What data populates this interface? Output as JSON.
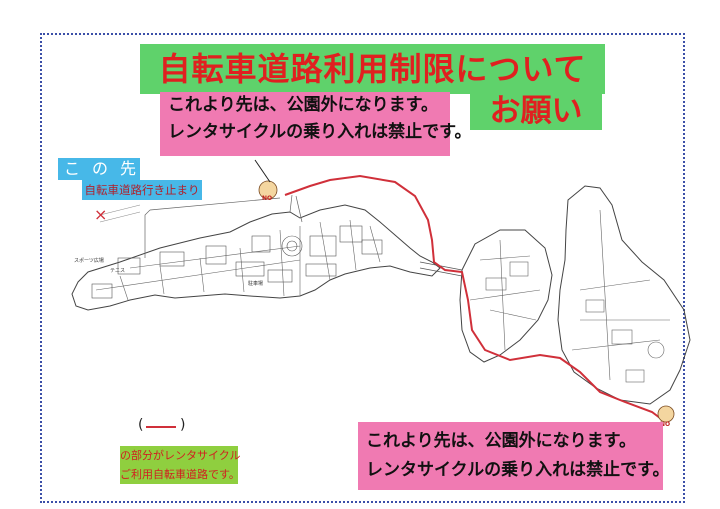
{
  "title_line1": "自転車道路利用制限について",
  "title_line2": "お願い",
  "notice_top": {
    "line1": "これより先は、公園外になります。",
    "line2": "レンタサイクルの乗り入れは禁止です。"
  },
  "notice_bottom": {
    "line1": "これより先は、公園外になります。",
    "line2": "レンタサイクルの乗り入れは禁止です。"
  },
  "dead_end": {
    "label": "この先",
    "text": "自転車道路行き止まり",
    "mark": "×"
  },
  "no_sign": "NO",
  "legend": {
    "line1": "の部分がレンタサイクル",
    "line2": "ご利用自転車道路です。",
    "paren_open": "(",
    "paren_close": ")"
  },
  "colors": {
    "title_bg": "#5fd26b",
    "title_text": "#e02020",
    "notice_bg": "#f07ab2",
    "dead_end_bg": "#47b8e8",
    "legend_bg": "#8fcf3f",
    "route": "#d0303a",
    "border": "#3b4fa8"
  }
}
